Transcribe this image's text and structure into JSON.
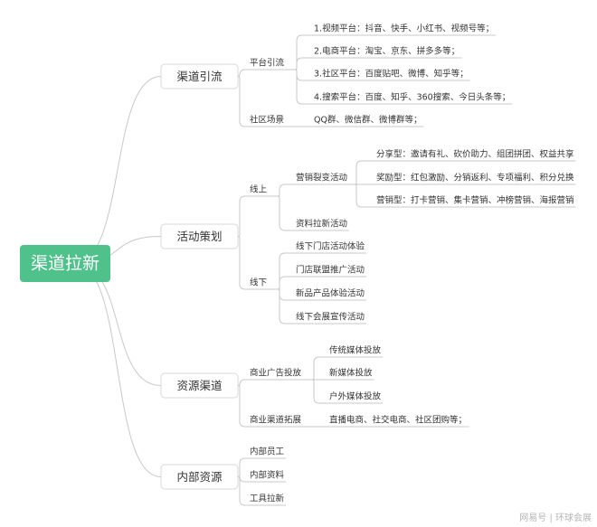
{
  "root": "渠道拉新",
  "branches": [
    {
      "label": "渠道引流",
      "children": [
        {
          "label": "平台引流",
          "children": [
            {
              "label": "1.视频平台：抖音、快手、小红书、视频号等；"
            },
            {
              "label": "2.电商平台：淘宝、京东、拼多多等；"
            },
            {
              "label": "3.社区平台：百度贴吧、微博、知乎等；"
            },
            {
              "label": "4.搜索平台：百度、知乎、360搜索、今日头条等；"
            }
          ]
        },
        {
          "label": "社区场景",
          "children": [
            {
              "label": "QQ群、微信群、微博群等；"
            }
          ]
        }
      ]
    },
    {
      "label": "活动策划",
      "children": [
        {
          "label": "线上",
          "children": [
            {
              "label": "营销裂变活动",
              "children": [
                {
                  "label": "分享型：邀请有礼、砍价助力、组团拼团、权益共享"
                },
                {
                  "label": "奖励型：红包激励、分销返利、专项福利、积分兑换"
                },
                {
                  "label": "营销型：打卡营销、集卡营销、冲榜营销、海报营销"
                }
              ]
            },
            {
              "label": "资料拉新活动"
            }
          ]
        },
        {
          "label": "线下",
          "children": [
            {
              "label": "线下门店活动体验"
            },
            {
              "label": "门店联盟推广活动"
            },
            {
              "label": "新品产品体验活动"
            },
            {
              "label": "线下会展宣传活动"
            }
          ]
        }
      ]
    },
    {
      "label": "资源渠道",
      "children": [
        {
          "label": "商业广告投放",
          "children": [
            {
              "label": "传统媒体投放"
            },
            {
              "label": "新媒体投放"
            },
            {
              "label": "户外媒体投放"
            }
          ]
        },
        {
          "label": "商业渠道拓展",
          "children": [
            {
              "label": "直播电商、社交电商、社区团购等；"
            }
          ]
        }
      ]
    },
    {
      "label": "内部资源",
      "children": [
        {
          "label": "内部员工"
        },
        {
          "label": "内部资料"
        },
        {
          "label": "工具拉新"
        }
      ]
    }
  ],
  "watermark": "网易号 | 环球会展",
  "colors": {
    "root_fill": "#4fc18b",
    "line": "#c8c8c8",
    "l1_border": "#d8d8d8",
    "text": "#333333"
  }
}
